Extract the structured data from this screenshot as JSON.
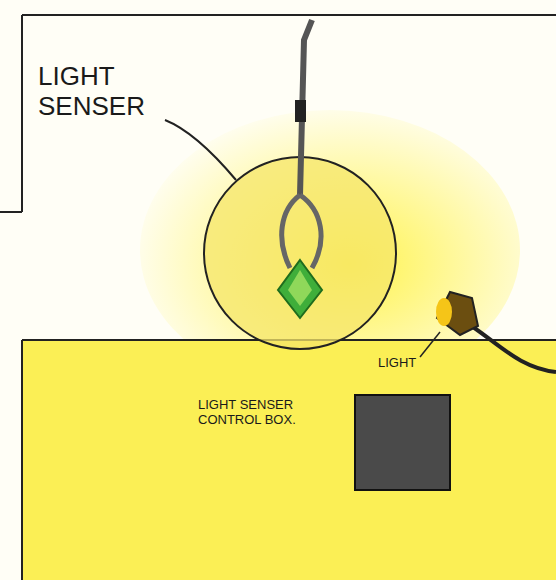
{
  "diagram": {
    "labels": [
      "LIGHT SENSER",
      "LIGHT",
      "LIGHT SENSER CONTROL BOX."
    ]
  }
}
